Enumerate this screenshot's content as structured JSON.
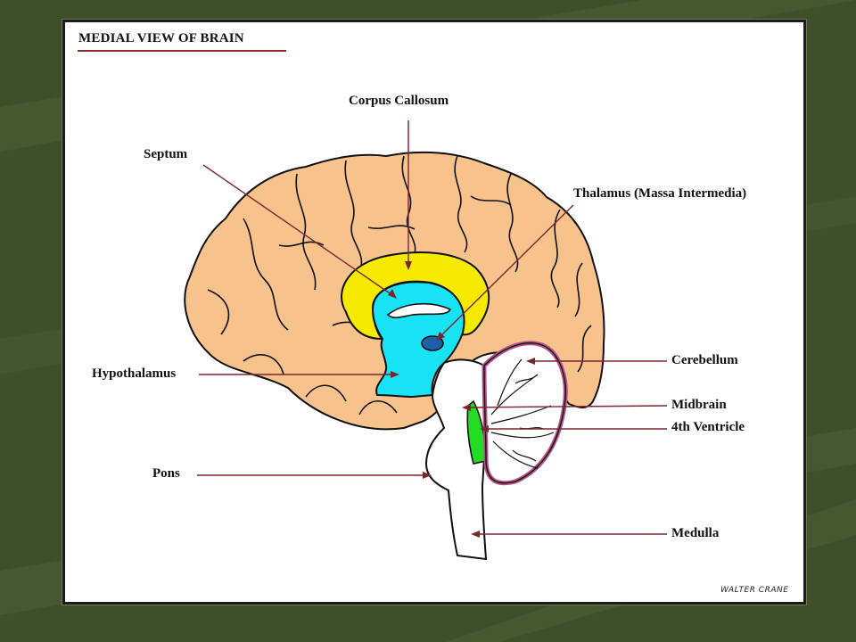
{
  "title": "MEDIAL VIEW OF BRAIN",
  "labels": {
    "corpus_callosum": "Corpus Callosum",
    "septum": "Septum",
    "thalamus": "Thalamus (Massa Intermedia)",
    "cerebellum": "Cerebellum",
    "hypothalamus": "Hypothalamus",
    "midbrain": "Midbrain",
    "fourth_ventricle": "4th Ventricle",
    "pons": "Pons",
    "medulla": "Medulla"
  },
  "signature": "WALTER CRANE",
  "colors": {
    "cerebrum": "#f8c28d",
    "corpus_callosum": "#f5ea00",
    "ventricle": "#17e3f5",
    "thalamus": "#1f5fa8",
    "midbrain_green": "#22dd22",
    "cerebellum_outline": "#b84f86",
    "leader_line": "#7a2630",
    "background": "#3f4f2c"
  }
}
